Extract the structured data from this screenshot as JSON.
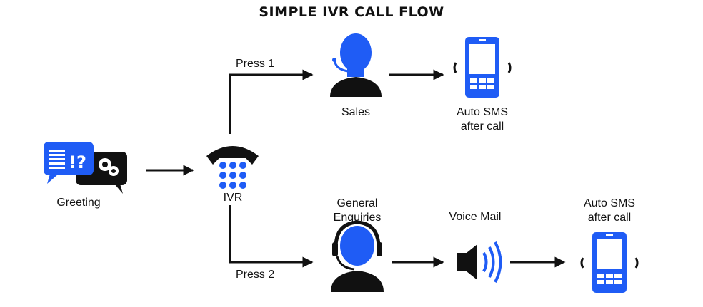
{
  "title": "SIMPLE IVR CALL FLOW",
  "colors": {
    "accent": "#1f5cf5",
    "ink": "#111111"
  },
  "nodes": {
    "greeting": {
      "label": "Greeting",
      "icon": "chat-bubbles-icon"
    },
    "ivr": {
      "label": "IVR",
      "icon": "phone-keypad-icon"
    },
    "sales": {
      "label": "Sales",
      "icon": "agent-headset-icon"
    },
    "sales_sms": {
      "line1": "Auto SMS",
      "line2": "after call",
      "icon": "mobile-phone-icon"
    },
    "general": {
      "line1": "General",
      "line2": "Enquiries",
      "icon": "agent-headset-icon"
    },
    "voicemail": {
      "label": "Voice Mail",
      "icon": "speaker-icon"
    },
    "general_sms": {
      "line1": "Auto SMS",
      "line2": "after call",
      "icon": "mobile-phone-icon"
    }
  },
  "branches": {
    "top": "Press 1",
    "bottom": "Press 2"
  }
}
